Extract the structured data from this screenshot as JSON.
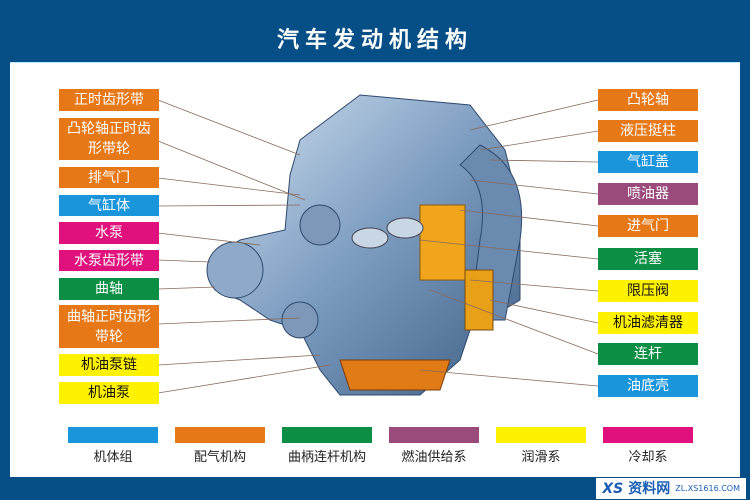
{
  "title": "汽车发动机结构",
  "colors": {
    "body_group": "#1a95db",
    "valve_train": "#e67817",
    "crank": "#0c8f45",
    "fuel": "#9b4a7c",
    "lube": "#fff200",
    "cooling": "#e0117c",
    "frame": "#064f86"
  },
  "left_labels": [
    {
      "text": "正时齿形带",
      "group": "valve_train"
    },
    {
      "text": "凸轮轴正时齿形带轮",
      "group": "valve_train"
    },
    {
      "text": "排气门",
      "group": "valve_train"
    },
    {
      "text": "气缸体",
      "group": "body_group"
    },
    {
      "text": "水泵",
      "group": "cooling"
    },
    {
      "text": "水泵齿形带",
      "group": "cooling"
    },
    {
      "text": "曲轴",
      "group": "crank"
    },
    {
      "text": "曲轴正时齿形带轮",
      "group": "valve_train"
    },
    {
      "text": "机油泵链",
      "group": "lube"
    },
    {
      "text": "机油泵",
      "group": "lube"
    }
  ],
  "right_labels": [
    {
      "text": "凸轮轴",
      "group": "valve_train"
    },
    {
      "text": "液压挺柱",
      "group": "valve_train"
    },
    {
      "text": "气缸盖",
      "group": "body_group"
    },
    {
      "text": "喷油器",
      "group": "fuel"
    },
    {
      "text": "进气门",
      "group": "valve_train"
    },
    {
      "text": "活塞",
      "group": "crank"
    },
    {
      "text": "限压阀",
      "group": "lube"
    },
    {
      "text": "机油滤清器",
      "group": "lube"
    },
    {
      "text": "连杆",
      "group": "crank"
    },
    {
      "text": "油底壳",
      "group": "body_group"
    }
  ],
  "legend": [
    {
      "text": "机体组",
      "group": "body_group"
    },
    {
      "text": "配气机构",
      "group": "valve_train"
    },
    {
      "text": "曲柄连杆机构",
      "group": "crank"
    },
    {
      "text": "燃油供给系",
      "group": "fuel"
    },
    {
      "text": "润滑系",
      "group": "lube"
    },
    {
      "text": "冷却系",
      "group": "cooling"
    }
  ],
  "watermark": {
    "brand": "资料网",
    "url": "ZL.XS1616.COM"
  }
}
